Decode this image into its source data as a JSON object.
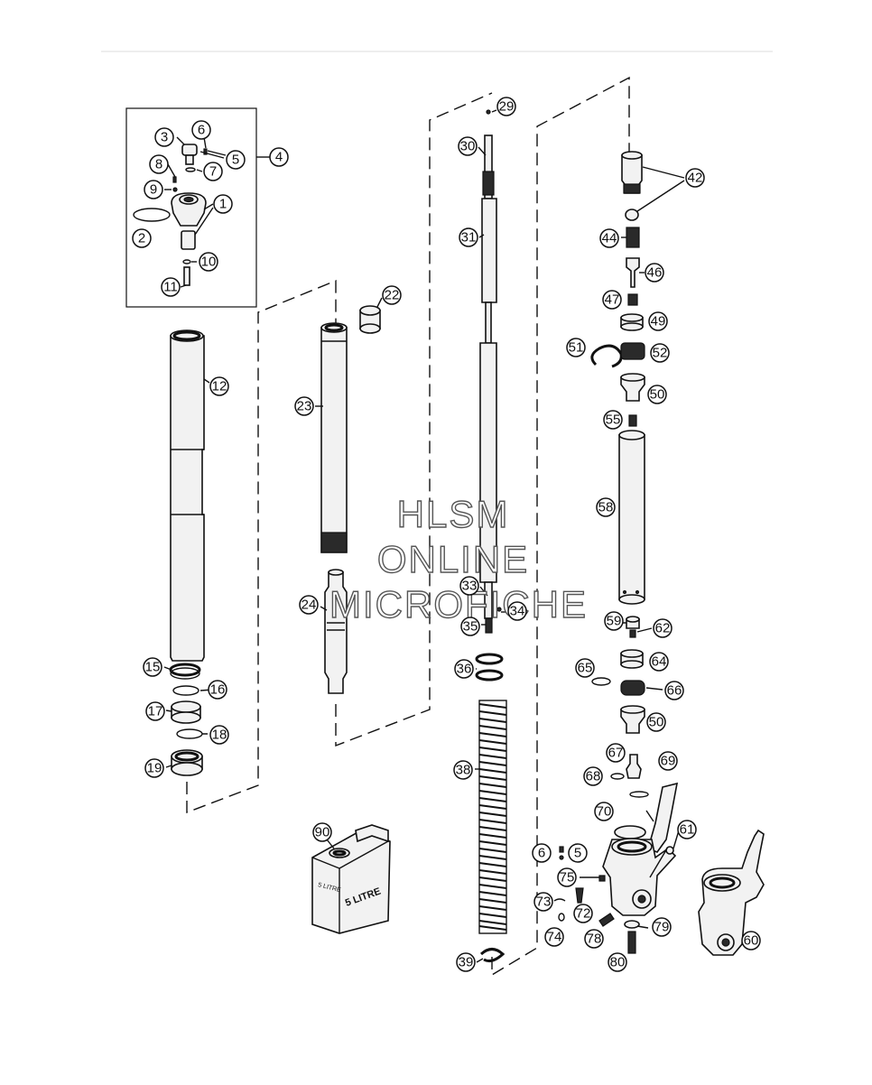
{
  "watermark": {
    "line1": "HLSM",
    "line2": "ONLINE",
    "line3": "MICROFICHE"
  },
  "oil_can": {
    "label_big": "5 LITRE",
    "label_small": "5 LITRE"
  },
  "callouts": {
    "p1": "1",
    "p2": "2",
    "p3": "3",
    "p4": "4",
    "p5": "5",
    "p6": "6",
    "p7": "7",
    "p8": "8",
    "p9": "9",
    "p10": "10",
    "p11": "11",
    "p12": "12",
    "p15": "15",
    "p16": "16",
    "p17": "17",
    "p18": "18",
    "p19": "19",
    "p22": "22",
    "p23": "23",
    "p24": "24",
    "p29": "29",
    "p30": "30",
    "p31": "31",
    "p33": "33",
    "p34": "34",
    "p35": "35",
    "p36": "36",
    "p38": "38",
    "p39": "39",
    "p42": "42",
    "p44": "44",
    "p46": "46",
    "p47": "47",
    "p49": "49",
    "p50a": "50",
    "p50b": "50",
    "p51": "51",
    "p52": "52",
    "p55": "55",
    "p58": "58",
    "p59": "59",
    "p60": "60",
    "p61": "61",
    "p62": "62",
    "p64": "64",
    "p65": "65",
    "p66": "66",
    "p67": "67",
    "p68": "68",
    "p69": "69",
    "p70": "70",
    "p72": "72",
    "p73": "73",
    "p74": "74",
    "p75": "75",
    "p78": "78",
    "p79": "79",
    "p80": "80",
    "p90": "90",
    "p6b": "6",
    "p5b": "5"
  }
}
